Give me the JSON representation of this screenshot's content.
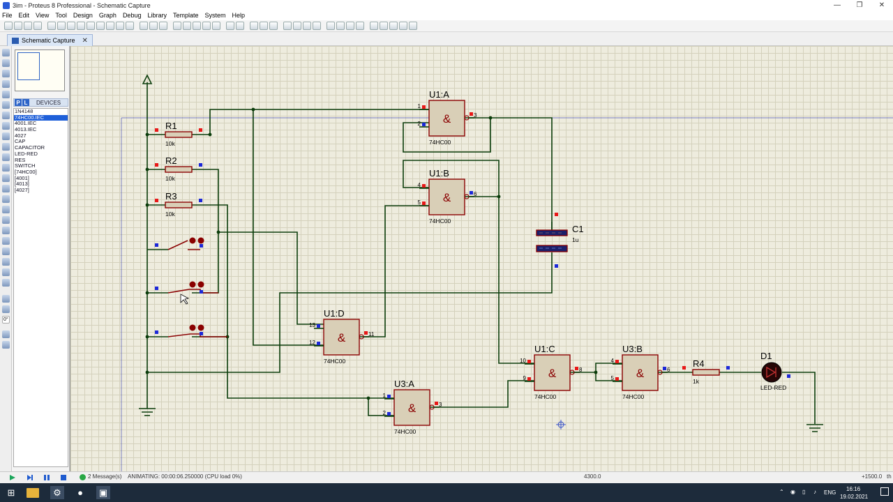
{
  "window": {
    "title": "3im - Proteus 8 Professional - Schematic Capture",
    "minimize": "—",
    "maximize": "❐",
    "close": "✕"
  },
  "menu": [
    "File",
    "Edit",
    "View",
    "Tool",
    "Design",
    "Graph",
    "Debug",
    "Library",
    "Template",
    "System",
    "Help"
  ],
  "tabs": [
    {
      "label": "Schematic Capture",
      "close": "✕"
    }
  ],
  "devices": {
    "p_button": "P",
    "l_button": "L",
    "header": "DEVICES",
    "items": [
      "1N4148",
      "74HC00.IEC",
      "4001.IEC",
      "4013.IEC",
      "4027",
      "CAP",
      "CAPACITOR",
      "LED-RED",
      "RES",
      "SWITCH",
      "[74HC00]",
      "[4001]",
      "[4013]",
      "[4027]"
    ],
    "selected_index": 1
  },
  "schematic": {
    "gates": [
      {
        "name": "U1:A",
        "part": "74HC00",
        "pins": [
          "1",
          "2",
          "3"
        ],
        "symbol": "&"
      },
      {
        "name": "U1:B",
        "part": "74HC00",
        "pins": [
          "4",
          "5",
          "6"
        ],
        "symbol": "&"
      },
      {
        "name": "U1:D",
        "part": "74HC00",
        "pins": [
          "13",
          "12",
          "11"
        ],
        "symbol": "&"
      },
      {
        "name": "U3:A",
        "part": "74HC00",
        "pins": [
          "1",
          "2",
          "3"
        ],
        "symbol": "&"
      },
      {
        "name": "U1:C",
        "part": "74HC00",
        "pins": [
          "10",
          "9",
          "8"
        ],
        "symbol": "&"
      },
      {
        "name": "U3:B",
        "part": "74HC00",
        "pins": [
          "4",
          "5",
          "6"
        ],
        "symbol": "&"
      }
    ],
    "resistors": [
      {
        "name": "R1",
        "value": "10k"
      },
      {
        "name": "R2",
        "value": "10k"
      },
      {
        "name": "R3",
        "value": "10k"
      },
      {
        "name": "R4",
        "value": "1k"
      }
    ],
    "capacitor": {
      "name": "C1",
      "value": "1u"
    },
    "led": {
      "name": "D1",
      "part": "LED-RED"
    }
  },
  "status": {
    "messages": "2 Message(s)",
    "animating": "ANIMATING: 00:00:06.250000 (CPU load 0%)",
    "coord_x": "4300.0",
    "coord_y": "+1500.0",
    "unit": "th",
    "angle": "0°"
  },
  "taskbar": {
    "lang": "ENG",
    "time": "16:16",
    "date": "19.02.2021"
  },
  "colors": {
    "wire": "#004000",
    "body": "#d9cfb7",
    "body_outline": "#8a0000",
    "pin_red": "#e81818",
    "pin_blue": "#1c28d8",
    "label": "#000000"
  }
}
